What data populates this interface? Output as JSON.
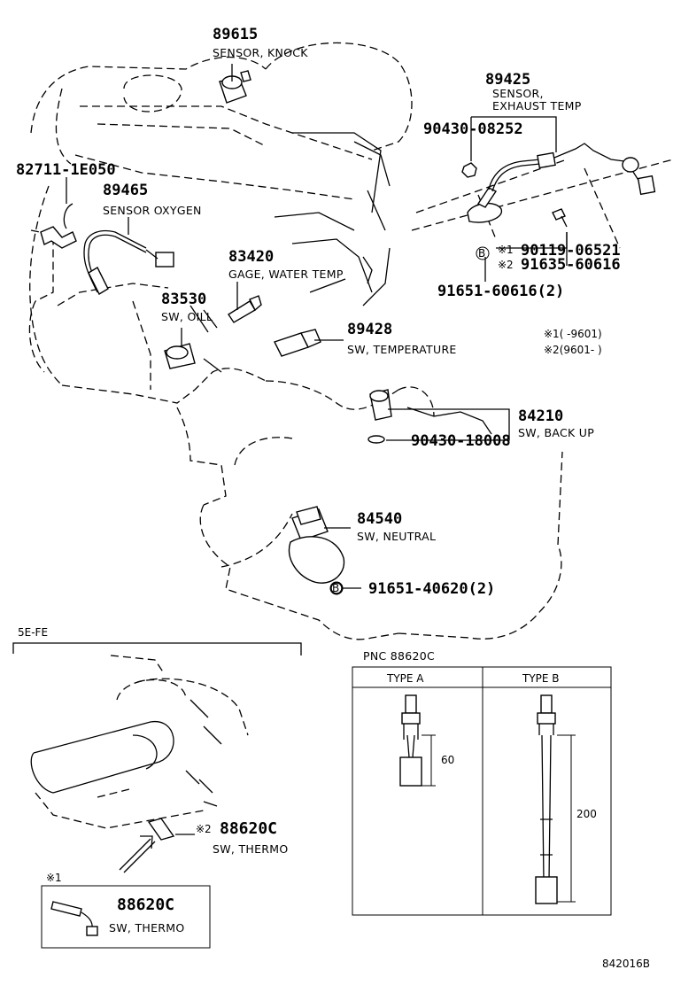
{
  "callouts": {
    "p89615": {
      "number": "89615",
      "name": "SENSOR, KNOCK"
    },
    "p89425": {
      "number": "89425",
      "name_line1": "SENSOR,",
      "name_line2": "EXHAUST TEMP"
    },
    "p90430_08252": {
      "number": "90430-08252"
    },
    "p82711": {
      "number": "82711-1E050"
    },
    "p89465": {
      "number": "89465",
      "name": "SENSOR OXYGEN"
    },
    "p83420": {
      "number": "83420",
      "name": "GAGE, WATER TEMP"
    },
    "p90119": {
      "mark": "※1",
      "number": "90119-06521"
    },
    "p91635": {
      "mark": "※2",
      "number": "91635-60616"
    },
    "p91651_60616": {
      "number": "91651-60616(2)"
    },
    "p83530": {
      "number": "83530",
      "name": "SW, OILL"
    },
    "p89428": {
      "number": "89428",
      "name": "SW, TEMPERATURE"
    },
    "p84210": {
      "number": "84210",
      "name": "SW, BACK UP"
    },
    "p90430_18008": {
      "number": "90430-18008"
    },
    "p84540": {
      "number": "84540",
      "name": "SW, NEUTRAL"
    },
    "p91651_40620": {
      "number": "91651-40620(2)"
    },
    "p88620c_a": {
      "mark": "※2",
      "number": "88620C",
      "name": "SW, THERMO"
    },
    "p88620c_b": {
      "number": "88620C",
      "name": "SW, THERMO"
    }
  },
  "notes": {
    "note1": "※1(     -9601)",
    "note2": "※2(9601-     )",
    "engine_variant": "5E-FE",
    "inset_mark": "※1",
    "bolt_mark": "B"
  },
  "pnc_table": {
    "title": "PNC 88620C",
    "type_a": "TYPE A",
    "type_b": "TYPE B",
    "dim_a": "60",
    "dim_b": "200"
  },
  "footer": {
    "drawing_code": "842016B"
  }
}
